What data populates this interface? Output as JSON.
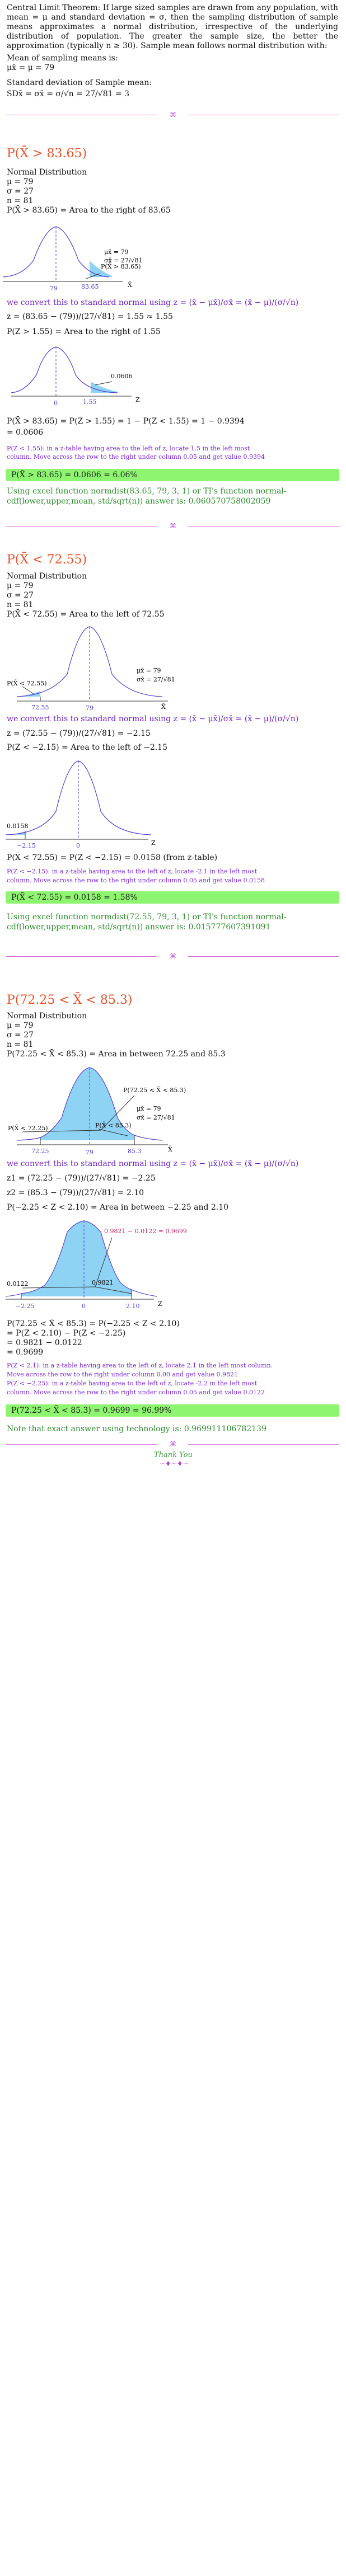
{
  "intro": "Central Limit Theorem: If large sized samples are drawn from any population, with mean = μ and standard deviation = σ, then the sampling distribution of sample means approximates a normal distribution, irrespective of the underlying distribution of population. The greater the sample size, the better the approximation (typically n ≥ 30). Sample mean follows normal distribution with:",
  "mean_label": "Mean of sampling means is:",
  "mean_eq": "μx̄ = μ = 79",
  "sd_label": "Standard deviation of Sample mean:",
  "sd_eq": "SDx̄ = σx̄ = σ/√n = 27/√81 = 3",
  "parts": [
    {
      "heading": "P(X̄ > 83.65)",
      "lines": [
        "Normal Distribution",
        "μ = 79",
        "σ = 27",
        "n = 81",
        "P(X̄ > 83.65) = Area to the right of 83.65"
      ],
      "plot1": {
        "mu": "μx̄ = 79",
        "sd": "σx̄ = 27/√81",
        "shade": "P(X̄ > 83.65)",
        "ticks": [
          "79",
          "83.65"
        ],
        "axis": "X̄"
      },
      "convert": "we convert this to standard normal using z = (x̄ − μx̄)/σx̄ = (x̄ − μ)/(σ/√n)",
      "z_eq": "z = (83.65 − (79))/(27/√81) = 1.55 ≈ 1.55",
      "z_area": "P(Z > 1.55) = Area to the right of 1.55",
      "plot2": {
        "val": "0.0606",
        "ticks": [
          "0",
          "1.55"
        ],
        "axis": "Z"
      },
      "res1": "P(X̄ > 83.65) = P(Z > 1.55) = 1 − P(Z < 1.55) = 1 − 0.9394",
      "res2": "= 0.0606",
      "note1": "P(Z < 1.55): in a z-table having area to the left of z, locate 1.5 in the left most",
      "note2": "column. Move across the row to the right under column 0.05 and get value 0.9394",
      "box": "P(X̄ > 83.65) = 0.0606 = 6.06%",
      "excel1": "Using excel function normdist(83.65, 79, 3, 1) or TI's function normal-",
      "excel2": "cdf(lower,upper,mean, std/sqrt(n)) answer is: 0.060570758002059"
    },
    {
      "heading": "P(X̄ < 72.55)",
      "lines": [
        "Normal Distribution",
        "μ = 79",
        "σ = 27",
        "n = 81",
        "P(X̄ < 72.55) = Area to the left of 72.55"
      ],
      "plot1": {
        "mu": "μx̄ = 79",
        "sd": "σx̄ = 27/√81",
        "shade": "P(X̄ < 72.55)",
        "ticks": [
          "72.55",
          "79"
        ],
        "axis": "X̄"
      },
      "convert": "we convert this to standard normal using z = (x̄ − μx̄)/σx̄ = (x̄ − μ)/(σ/√n)",
      "z_eq": "z = (72.55 − (79))/(27/√81) = −2.15",
      "z_area": "P(Z < −2.15) = Area to the left of −2.15",
      "plot2": {
        "val": "0.0158",
        "ticks": [
          "−2.15",
          "0"
        ],
        "axis": "Z"
      },
      "res1": "P(X̄ < 72.55) = P(Z < −2.15) = 0.0158 (from z-table)",
      "note1": "P(Z < −2.15): in a z-table having area to the left of z, locate -2.1 in the left most",
      "note2": "column. Move across the row to the right under column 0.05 and get value 0.0158",
      "box": "P(X̄ < 72.55) = 0.0158 = 1.58%",
      "excel1": "Using excel function normdist(72.55, 79, 3, 1) or TI's function normal-",
      "excel2": "cdf(lower,upper,mean, std/sqrt(n)) answer is: 0.015777607391091"
    },
    {
      "heading": "P(72.25 < X̄ < 85.3)",
      "lines": [
        "Normal Distribution",
        "μ = 79",
        "σ = 27",
        "n = 81",
        "P(72.25 < X̄ < 85.3) = Area in between 72.25 and 85.3"
      ],
      "plot1": {
        "mu": "μx̄ = 79",
        "sd": "σx̄ = 27/√81",
        "top": "P(72.25 < X̄ < 85.3)",
        "left": "P(X̄ < 72.25)",
        "mid": "P(X̄ < 85.3)",
        "ticks": [
          "72.25",
          "79",
          "85.3"
        ],
        "axis": "X̄"
      },
      "convert": "we convert this to standard normal using z = (x̄ − μx̄)/σx̄ = (x̄ − μ)/(σ/√n)",
      "z1_eq": "z1 = (72.25 − (79))/(27/√81) = −2.25",
      "z2_eq": "z2 = (85.3 − (79))/(27/√81) = 2.10",
      "z_area": "P(−2.25 < Z < 2.10) = Area in between −2.25 and 2.10",
      "plot2": {
        "top": "0.9821 − 0.0122 = 0.9699",
        "left": "0.0122",
        "mid": "0.9821",
        "ticks": [
          "−2.25",
          "0",
          "2.10"
        ],
        "axis": "Z"
      },
      "res1": "P(72.25 < X̄ < 85.3) = P(−2.25 < Z < 2.10)",
      "res2": "= P(Z < 2.10) − P(Z < −2.25)",
      "res3": "= 0.9821 − 0.0122",
      "res4": "= 0.9699",
      "note1": "P(Z < 2.1): in a z-table having area to the left of z, locate 2.1 in the left most column.",
      "note2": "Move across the row to the right under column 0.00 and get value 0.9821",
      "note3": "P(Z < −2.25): in a z-table having area to the left of z, locate -2.2 in the left most",
      "note4": "column. Move across the row to the right under column 0.05 and get value 0.0122",
      "box": "P(72.25 < X̄ < 85.3) = 0.9699 = 96.99%",
      "tech": "Note that exact answer using technology is: 0.969911106782139"
    }
  ],
  "thanks": "Thank You",
  "colors": {
    "accent": "#e8502a",
    "purple": "#6b1fbf",
    "green": "#2d8a2d",
    "box": "#8ef570",
    "curve": "#5a3fd0",
    "shade": "#8fd3f4"
  }
}
